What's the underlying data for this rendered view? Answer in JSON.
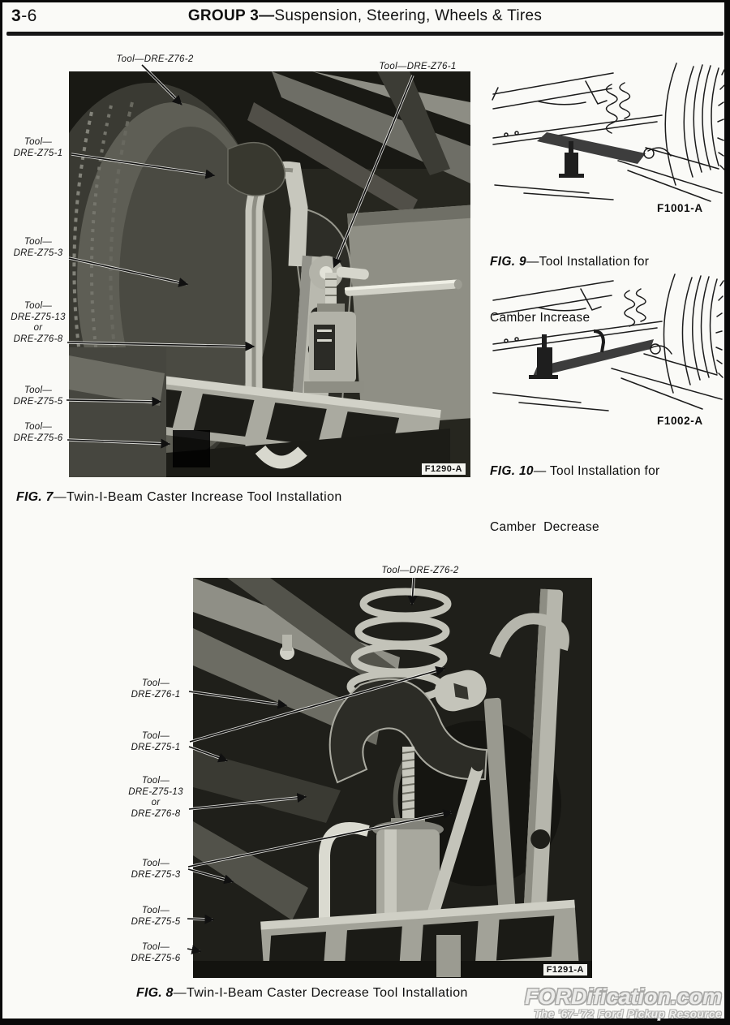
{
  "header": {
    "page_number_bold": "3",
    "page_number_rest": "-6",
    "title_bold": "GROUP 3—",
    "title_rest": "Suspension, Steering, Wheels & Tires"
  },
  "fig7": {
    "caption_fig": "FIG. 7",
    "caption_rest": "—Twin-I-Beam Caster Increase Tool Installation",
    "photo_code": "F1290-A",
    "callout_top_left": "Tool—DRE-Z76-2",
    "callout_top_right": "Tool—DRE-Z76-1",
    "callouts": [
      {
        "lines": [
          "Tool—",
          "DRE-Z75-1"
        ]
      },
      {
        "lines": [
          "Tool—",
          "DRE-Z75-3"
        ]
      },
      {
        "lines": [
          "Tool—",
          "DRE-Z75-13",
          "or",
          "DRE-Z76-8"
        ]
      },
      {
        "lines": [
          "Tool—",
          "DRE-Z75-5"
        ]
      },
      {
        "lines": [
          "Tool—",
          "DRE-Z75-6"
        ]
      }
    ]
  },
  "fig8": {
    "caption_fig": "FIG. 8",
    "caption_rest": "—Twin-I-Beam Caster Decrease Tool Installation",
    "photo_code": "F1291-A",
    "callout_top": "Tool—DRE-Z76-2",
    "callouts": [
      {
        "lines": [
          "Tool—",
          "DRE-Z76-1"
        ]
      },
      {
        "lines": [
          "Tool—",
          "DRE-Z75-1"
        ]
      },
      {
        "lines": [
          "Tool—",
          "DRE-Z75-13",
          "or",
          "DRE-Z76-8"
        ]
      },
      {
        "lines": [
          "Tool—",
          "DRE-Z75-3"
        ]
      },
      {
        "lines": [
          "Tool—",
          "DRE-Z75-5"
        ]
      },
      {
        "lines": [
          "Tool—",
          "DRE-Z75-6"
        ]
      }
    ]
  },
  "fig9": {
    "caption_fig": "FIG. 9",
    "caption_rest": "—Tool Installation for",
    "caption_line2": "Camber Increase",
    "photo_code": "F1001-A"
  },
  "fig10": {
    "caption_fig": "FIG. 10",
    "caption_rest": "— Tool Installation for",
    "caption_line2": "Camber  Decrease",
    "photo_code": "F1002-A"
  },
  "watermark": {
    "title": "FORDification.com",
    "tagline": "The '67-'72 Ford Pickup Resource"
  }
}
